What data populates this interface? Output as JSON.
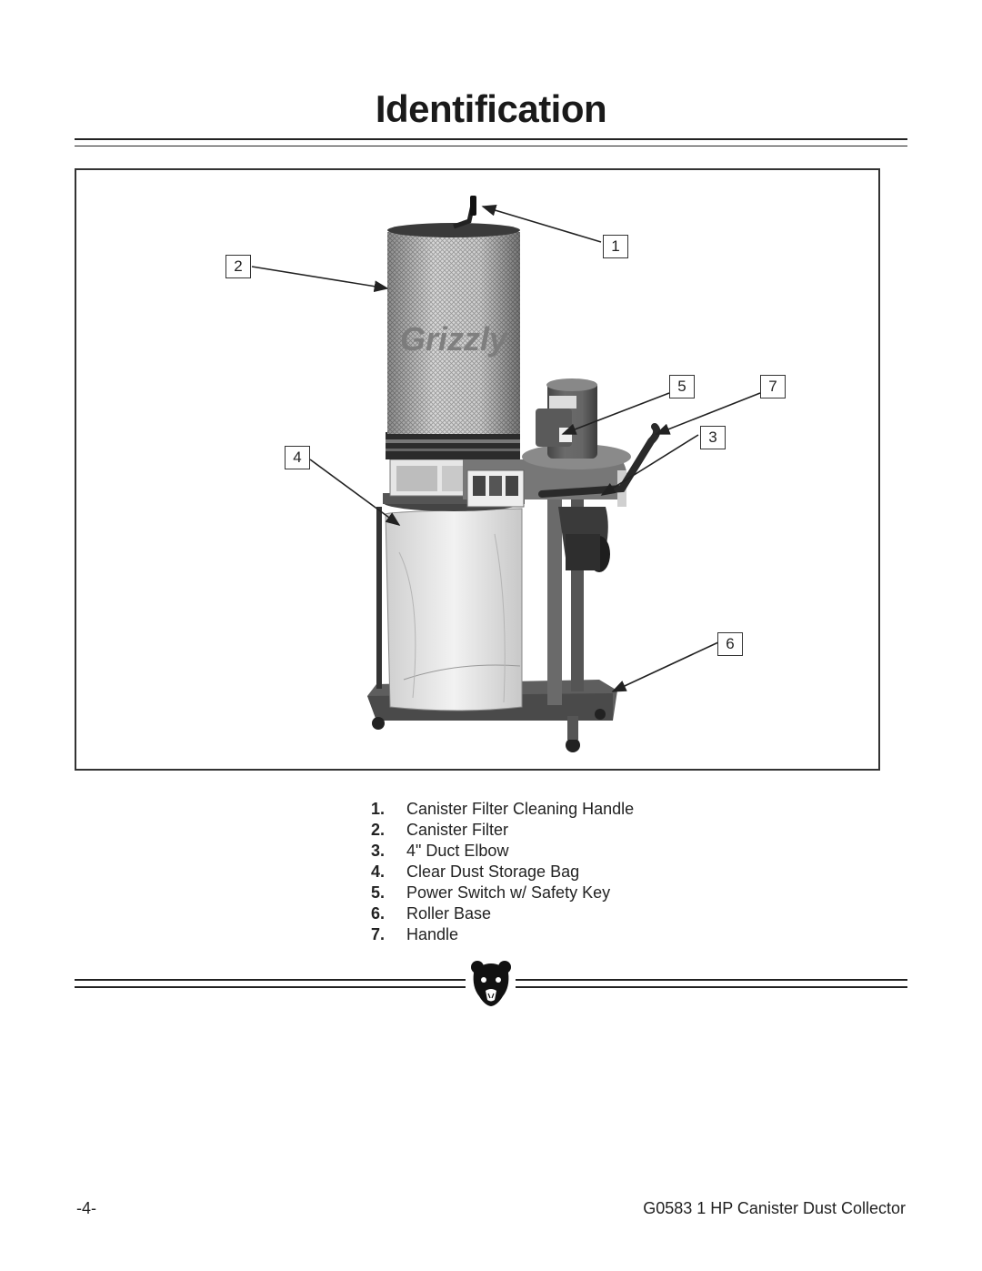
{
  "page": {
    "title": "Identification",
    "page_number": "-4-",
    "document_title": "G0583 1 HP Canister Dust Collector"
  },
  "figure": {
    "brand_text": "Grizzly",
    "callouts": [
      "1",
      "2",
      "3",
      "4",
      "5",
      "6",
      "7"
    ]
  },
  "legend": [
    {
      "num": "1.",
      "label": "Canister Filter Cleaning Handle"
    },
    {
      "num": "2.",
      "label": "Canister Filter"
    },
    {
      "num": "3.",
      "label": "4\" Duct Elbow"
    },
    {
      "num": "4.",
      "label": "Clear Dust Storage Bag"
    },
    {
      "num": "5.",
      "label": "Power Switch w/ Safety Key"
    },
    {
      "num": "6.",
      "label": "Roller Base"
    },
    {
      "num": "7.",
      "label": "Handle"
    }
  ]
}
